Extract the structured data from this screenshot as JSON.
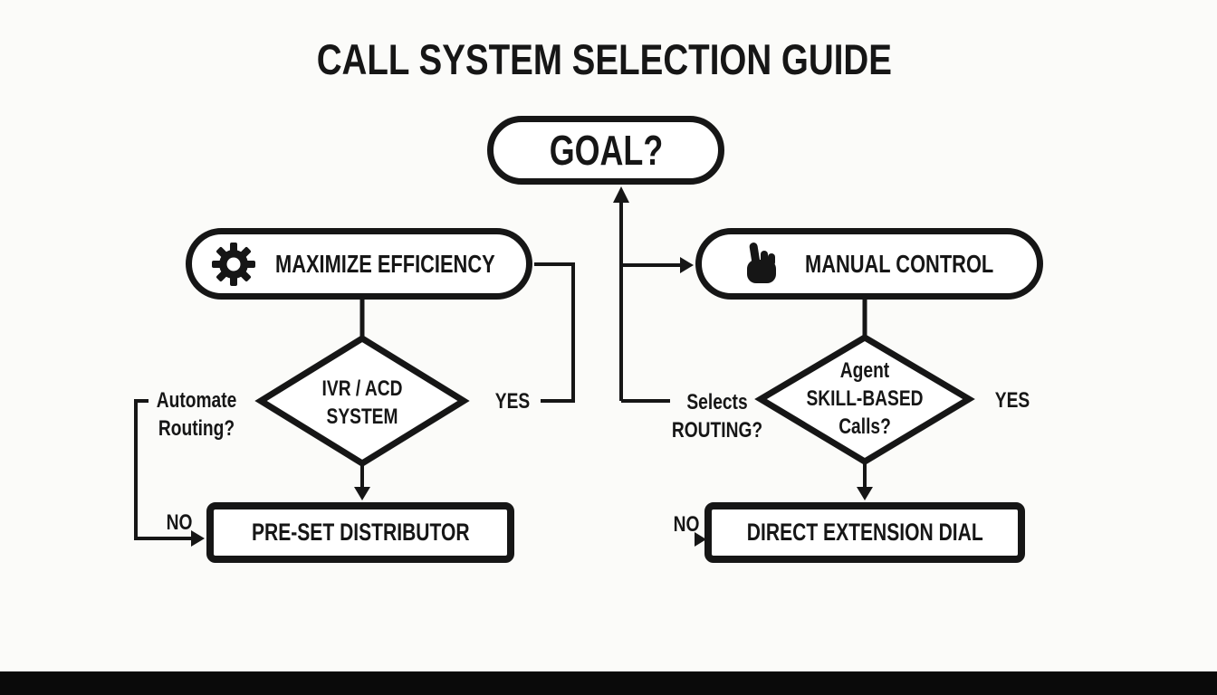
{
  "title": "CALL SYSTEM SELECTION GUIDE",
  "nodes": {
    "goal": {
      "label": "GOAL?"
    },
    "maximize_efficiency": {
      "label": "MAXIMIZE EFFICIENCY",
      "icon": "gear"
    },
    "manual_control": {
      "label": "MANUAL CONTROL",
      "icon": "pointing-hand"
    },
    "ivr_acd": {
      "line1": "IVR / ACD",
      "line2": "SYSTEM"
    },
    "skill_based": {
      "line1": "Agent",
      "line2": "SKILL-BASED",
      "line3": "Calls?"
    },
    "preset_distributor": {
      "label": "PRE-SET DISTRIBUTOR"
    },
    "direct_extension": {
      "label": "DIRECT EXTENSION DIAL"
    }
  },
  "edge_labels": {
    "automate_line1": "Automate",
    "automate_line2": "Routing?",
    "selects_line1": "Selects",
    "selects_line2": "ROUTING?",
    "yes_left": "YES",
    "yes_right": "YES",
    "no_left": "NO",
    "no_right": "NO"
  },
  "colors": {
    "ink": "#161616",
    "canvas": "#fbfbf9",
    "node_fill": "#ffffff",
    "footer_bar": "#0a0a0a"
  }
}
